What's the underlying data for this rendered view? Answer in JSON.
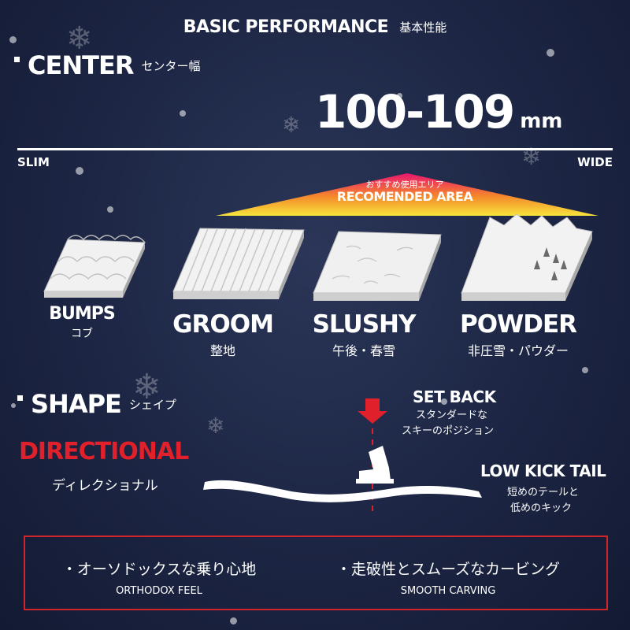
{
  "header": {
    "title_en": "BASIC PERFORMANCE",
    "title_jp": "基本性能"
  },
  "center": {
    "title_en": "CENTER",
    "title_jp": "センター幅",
    "value": "100-109",
    "unit": "mm",
    "scale_left": "SLIM",
    "scale_right": "WIDE"
  },
  "recommended": {
    "label_jp": "おすすめ使用エリア",
    "label_en": "RECOMENDED AREA"
  },
  "terrains": [
    {
      "en": "BUMPS",
      "jp": "コブ",
      "icon": "bumps-terrain-icon"
    },
    {
      "en": "GROOM",
      "jp": "整地",
      "icon": "groomed-terrain-icon"
    },
    {
      "en": "SLUSHY",
      "jp": "午後・春雪",
      "icon": "slushy-terrain-icon"
    },
    {
      "en": "POWDER",
      "jp": "非圧雪・パウダー",
      "icon": "powder-terrain-icon"
    }
  ],
  "shape": {
    "title_en": "SHAPE",
    "title_jp": "シェイプ",
    "type_en": "DIRECTIONAL",
    "type_jp": "ディレクショナル",
    "setback_en": "SET BACK",
    "setback_jp_1": "スタンダードな",
    "setback_jp_2": "スキーのポジション",
    "tail_en": "LOW KICK TAIL",
    "tail_jp_1": "短めのテールと",
    "tail_jp_2": "低めのキック"
  },
  "features": [
    {
      "jp": "・オーソドックスな乗り心地",
      "en": "ORTHODOX FEEL"
    },
    {
      "jp": "・走破性とスムーズなカービング",
      "en": "SMOOTH CARVING"
    }
  ],
  "colors": {
    "accent_red": "#e0202a",
    "box_red": "#d3242b",
    "gradient_top": "#e8156f",
    "gradient_mid": "#f58a2a",
    "gradient_bottom": "#f6e43c"
  },
  "icons": [
    "snowflake-icon",
    "set-back-arrow-icon",
    "ski-boot-icon",
    "ski-profile-icon"
  ]
}
